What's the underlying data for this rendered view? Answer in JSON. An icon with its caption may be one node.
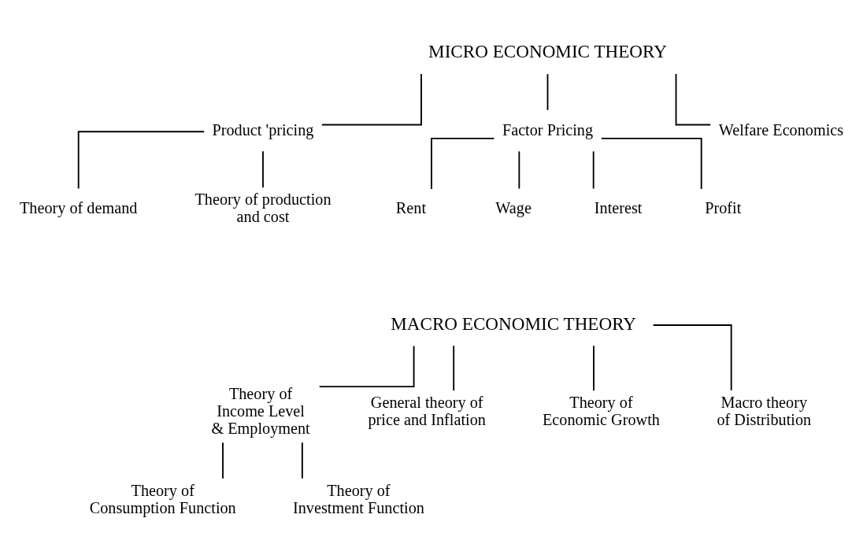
{
  "diagram": {
    "nodes": [
      {
        "text": [
          "MICRO ECONOMIC THEORY"
        ]
      },
      {
        "text": [
          "Product 'pricing"
        ]
      },
      {
        "text": [
          "Factor Pricing"
        ]
      },
      {
        "text": [
          "Welfare Economics"
        ]
      },
      {
        "text": [
          "Theory of demand"
        ]
      },
      {
        "text": [
          "Theory of production and cost"
        ]
      },
      {
        "text": [
          "Rent"
        ]
      },
      {
        "text": [
          "Wage"
        ]
      },
      {
        "text": [
          "Interest"
        ]
      },
      {
        "text": [
          "Profit"
        ]
      },
      {
        "text": [
          "MACRO ECONOMIC THEORY"
        ]
      },
      {
        "text": [
          "Theory of Income Level & Employment"
        ]
      },
      {
        "text": [
          "General theory of price and Inflation"
        ]
      },
      {
        "text": [
          "Theory of Economic Growth"
        ]
      },
      {
        "text": [
          "Macro theory of Distribution"
        ]
      },
      {
        "text": [
          "Theory of Consumption Function"
        ]
      },
      {
        "text": [
          "Theory of Investment Function"
        ]
      }
    ],
    "edges": [
      {
        "from": 0,
        "to": 1,
        "arrow": "none"
      },
      {
        "from": 0,
        "to": 2,
        "arrow": "none"
      },
      {
        "from": 0,
        "to": 3,
        "arrow": "none"
      },
      {
        "from": 1,
        "to": 4,
        "arrow": "none"
      },
      {
        "from": 1,
        "to": 5,
        "arrow": "none"
      },
      {
        "from": 2,
        "to": 6,
        "arrow": "none"
      },
      {
        "from": 2,
        "to": 7,
        "arrow": "none"
      },
      {
        "from": 2,
        "to": 8,
        "arrow": "none"
      },
      {
        "from": 2,
        "to": 9,
        "arrow": "none"
      },
      {
        "from": 10,
        "to": 11,
        "arrow": "none"
      },
      {
        "from": 10,
        "to": 12,
        "arrow": "none"
      },
      {
        "from": 10,
        "to": 13,
        "arrow": "none"
      },
      {
        "from": 10,
        "to": 14,
        "arrow": "none"
      },
      {
        "from": 11,
        "to": 15,
        "arrow": "none"
      },
      {
        "from": 11,
        "to": 16,
        "arrow": "none"
      }
    ]
  }
}
